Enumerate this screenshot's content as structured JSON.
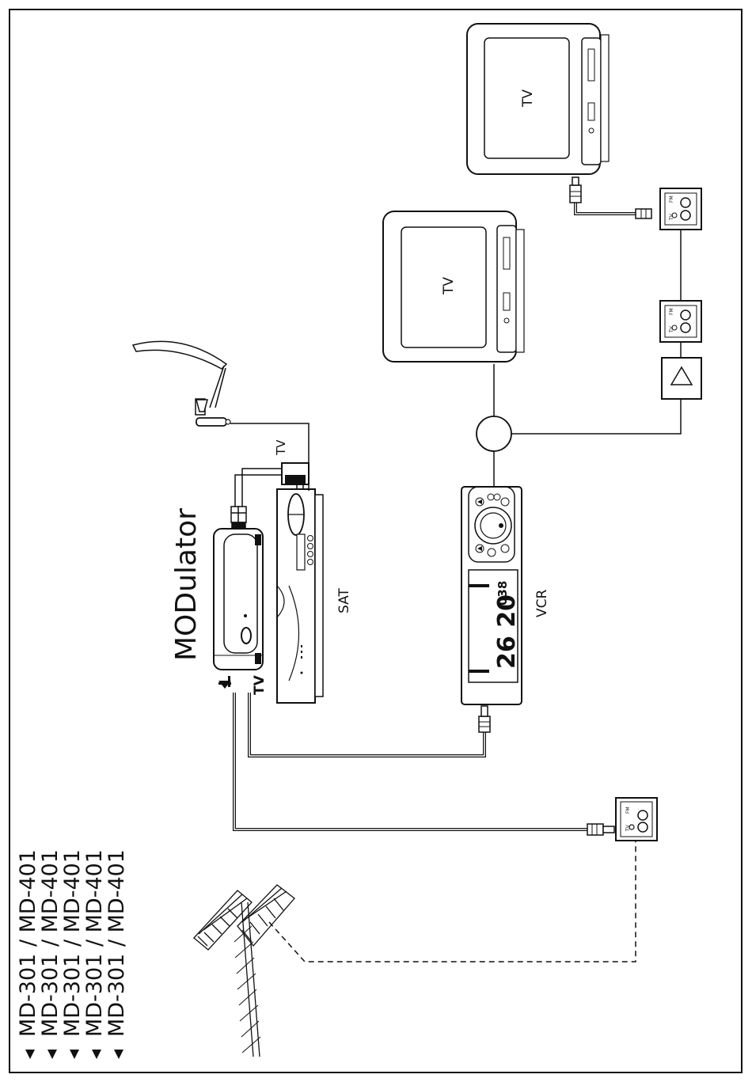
{
  "models": [
    "MD-301 / MD-401",
    "MD-301 / MD-401",
    "MD-301 / MD-401",
    "MD-301 / MD-401",
    "MD-301 / MD-401"
  ],
  "modulator_title": "MODulator",
  "devices": {
    "tv_top": "TV",
    "tv_mid": "TV",
    "sat": "SAT",
    "vcr": "VCR",
    "vcr_display": "26 20",
    "vcr_channel": "038",
    "sat_scart_label": "TV",
    "modulator_tv_port": "TV",
    "socket_tv": "TV",
    "socket_fm": "FM"
  },
  "colors": {
    "line": "#111111",
    "fill": "#ffffff",
    "shade": "#cfcfcf"
  }
}
